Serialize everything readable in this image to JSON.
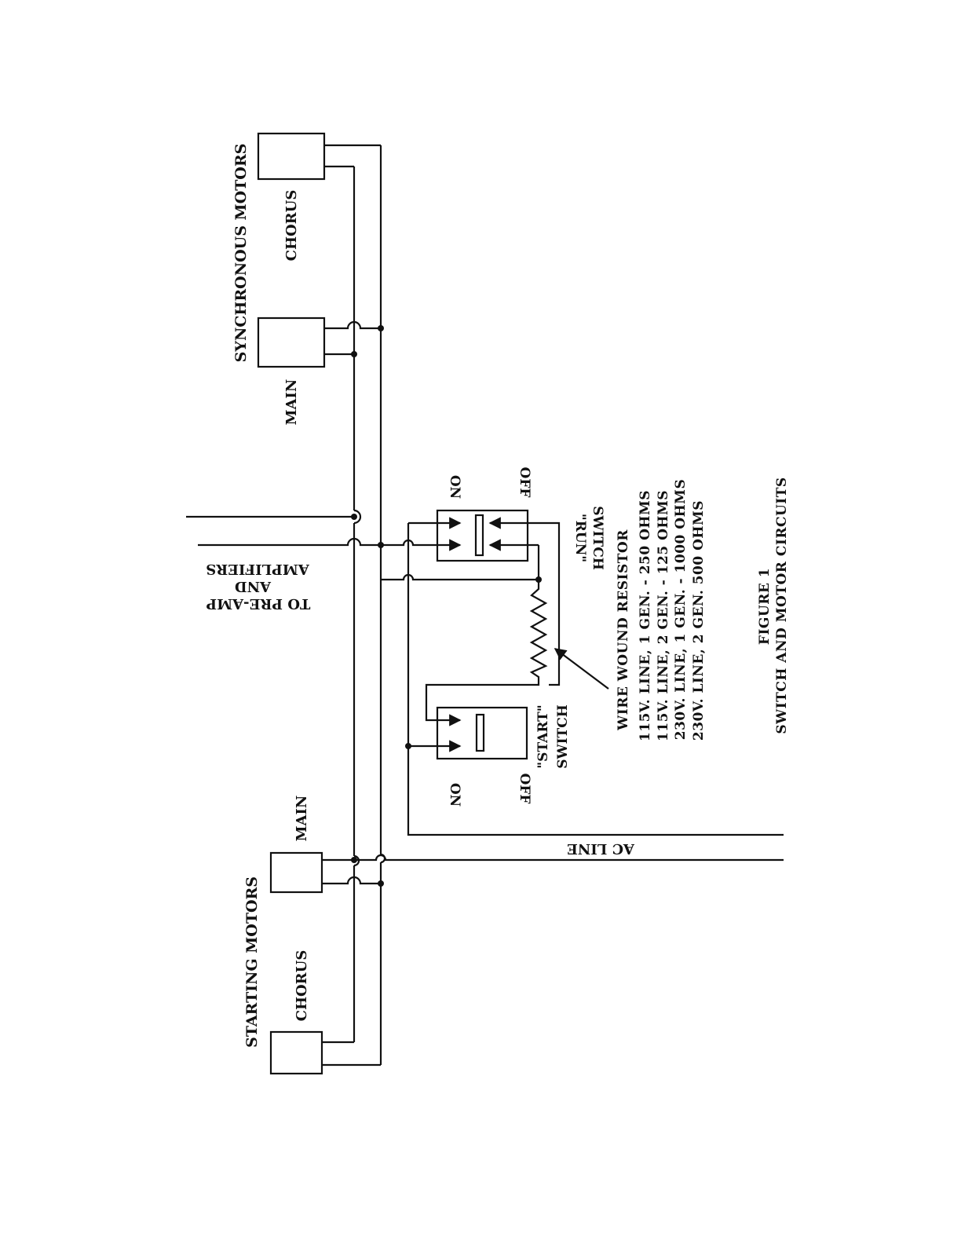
{
  "labels": {
    "synchronous_motors": "SYNCHRONOUS MOTORS",
    "sync_chorus": "CHORUS",
    "sync_main": "MAIN",
    "starting_motors": "STARTING MOTORS",
    "start_chorus": "CHORUS",
    "start_main": "MAIN",
    "to_preamp_line1": "TO PRE-AMP",
    "to_preamp_line2": "AND",
    "to_preamp_line3": "AMPLIFIERS",
    "ac_line": "AC LINE",
    "run_on": "ON",
    "run_off": "OFF",
    "run_switch_line1": "\"RUN\"",
    "run_switch_line2": "SWITCH",
    "start_on": "ON",
    "start_off": "OFF",
    "start_switch_line1": "\"START\"",
    "start_switch_line2": "SWITCH"
  },
  "resistor": {
    "title": "WIRE WOUND RESISTOR",
    "values": [
      "115V. LINE, 1 GEN. - 250 OHMS",
      "115V. LINE, 2 GEN. - 125 OHMS",
      "230V. LINE, 1 GEN. - 1000 OHMS",
      "230V. LINE, 2 GEN. 500 OHMS"
    ]
  },
  "figure": {
    "number": "FIGURE 1",
    "caption": "SWITCH AND MOTOR CIRCUITS"
  }
}
